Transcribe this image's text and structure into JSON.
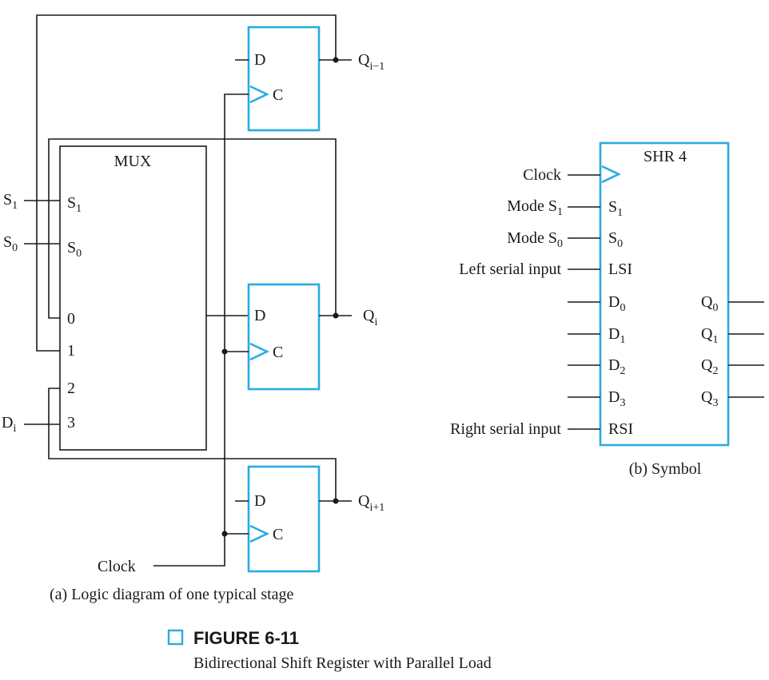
{
  "colors": {
    "accent": "#29abe2",
    "ink": "#1a1a1a"
  },
  "logic": {
    "mux_title": "MUX",
    "mux_s1": "S",
    "mux_s1_sub": "1",
    "mux_s0": "S",
    "mux_s0_sub": "0",
    "mux_in0": "0",
    "mux_in1": "1",
    "mux_in2": "2",
    "mux_in3": "3",
    "ext_s1": "S",
    "ext_s1_sub": "1",
    "ext_s0": "S",
    "ext_s0_sub": "0",
    "ext_di": "D",
    "ext_di_sub": "i",
    "ff_d": "D",
    "ff_c": "C",
    "q_prev": "Q",
    "q_prev_sub": "i−1",
    "q_cur": "Q",
    "q_cur_sub": "i",
    "q_next": "Q",
    "q_next_sub": "i+1",
    "clock": "Clock",
    "caption": "(a) Logic diagram of one typical stage"
  },
  "symbol": {
    "title": "SHR 4",
    "clock": "Clock",
    "mode_s1": "Mode S",
    "mode_s1_sub": "1",
    "mode_s0": "Mode S",
    "mode_s0_sub": "0",
    "lsi_label": "Left serial input",
    "rsi_label": "Right serial input",
    "pin_s1": "S",
    "pin_s1_sub": "1",
    "pin_s0": "S",
    "pin_s0_sub": "0",
    "pin_lsi": "LSI",
    "pin_rsi": "RSI",
    "pin_d": "D",
    "pin_q": "Q",
    "idx0": "0",
    "idx1": "1",
    "idx2": "2",
    "idx3": "3",
    "caption": "(b) Symbol"
  },
  "figure": {
    "label": "FIGURE 6-11",
    "title": "Bidirectional Shift Register with Parallel Load"
  }
}
